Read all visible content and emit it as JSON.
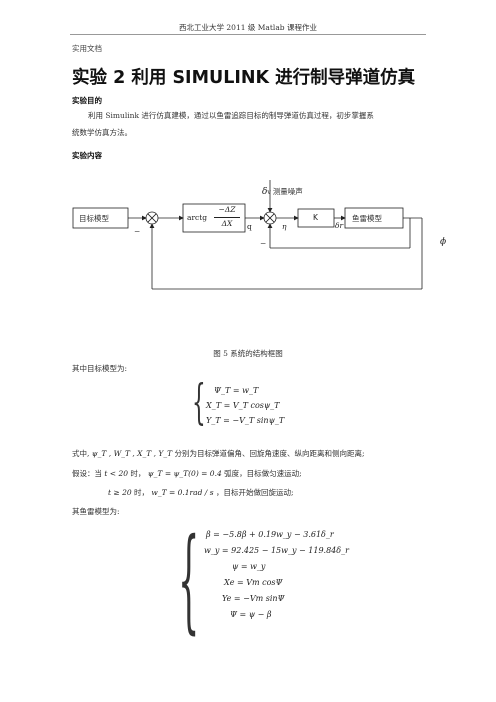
{
  "header": {
    "text": "西北工业大学 2011 级 Matlab 课程作业"
  },
  "doc_type": "实用文档",
  "title": "实验 2  利用 SIMULINK 进行制导弹道仿真",
  "sections": {
    "purpose_heading": "实验目的",
    "purpose_line1": "利用 Simulink 进行仿真建模，通过以鱼雷追踪目标的制导弹道仿真过程，初步掌握系",
    "purpose_line2": "统数学仿真方法。",
    "content_heading": "实验内容"
  },
  "diagram": {
    "target_block": "目标模型",
    "arctg_prefix": "arctg",
    "arctg_num": "−ΔZ",
    "arctg_den": "ΔX",
    "noise_symbol": "δ",
    "noise_sub": "v",
    "noise_label": "测量噪声",
    "q_label": "q",
    "eta_label": "η",
    "k_block": "K",
    "delta_r": "δr",
    "torpedo_block": "鱼雷模型",
    "phi_label": "ϕ",
    "minus1": "−",
    "minus2": "−"
  },
  "figure_caption": "图 5    系统的结构框图",
  "target_intro": "其中目标模型为:",
  "target_eqs": [
    "Ψ_T = w_T",
    "X_T = V_T cosψ_T",
    "Y_T = −V_T sinψ_T"
  ],
  "formula_desc": {
    "prefix": "式中,",
    "vars": "ψ_T , W_T , X_T , Y_T",
    "desc": "分别为目标弹道偏角、回旋角速度、纵向距离和侧向距离;"
  },
  "assume": {
    "prefix": "假设：当",
    "cond1": "t < 20",
    "mid1": "时，",
    "expr1": "ψ_T = ψ_T(0) = 0.4",
    "text1": "弧度，目标做匀速运动;",
    "cond2": "t ≥ 20",
    "mid2": "时，",
    "expr2": "w_T = 0.1rad / s",
    "text2": "，目标开始做回旋运动;"
  },
  "torpedo_intro": "其鱼雷模型为:",
  "torpedo_eqs": [
    "β = −5.8β + 0.19w_y − 3.61δ_r",
    "w_y = 92.425 − 15w_y − 119.84δ_r",
    "ψ = w_y",
    "Xe = Vm cosΨ",
    "Ye = −Vm sinΨ",
    "Ψ = ψ − β"
  ]
}
